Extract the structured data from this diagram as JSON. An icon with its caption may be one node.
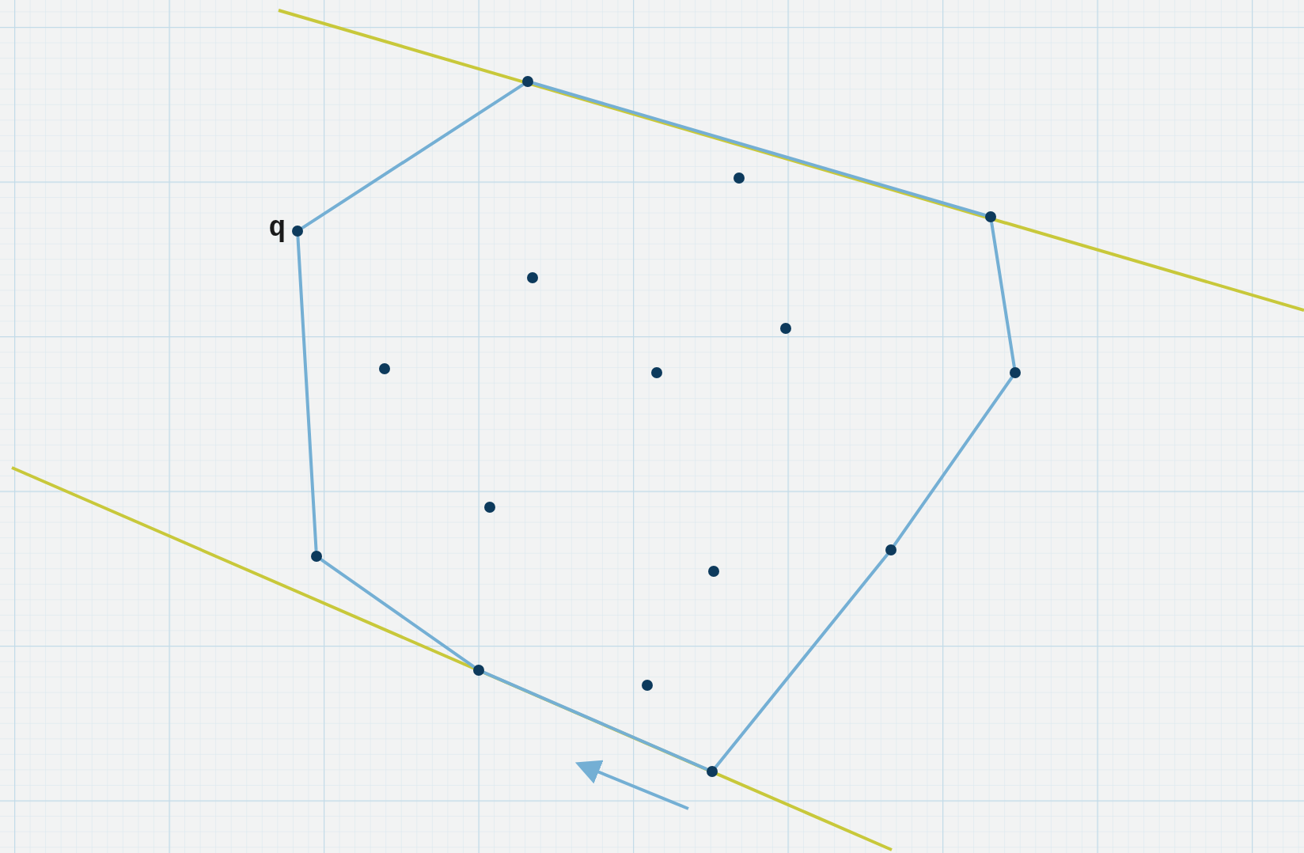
{
  "diagram": {
    "nodes": [
      {
        "text": [],
        "shape": "circle"
      },
      {
        "text": [],
        "shape": "circle"
      },
      {
        "text": [],
        "shape": "circle"
      },
      {
        "text": [],
        "shape": "circle",
        "beside": [
          "q"
        ]
      },
      {
        "text": [],
        "shape": "circle"
      },
      {
        "text": [],
        "shape": "circle"
      },
      {
        "text": [],
        "shape": "circle"
      },
      {
        "text": [],
        "shape": "circle"
      },
      {
        "text": [],
        "shape": "circle"
      },
      {
        "text": [],
        "shape": "circle"
      },
      {
        "text": [],
        "shape": "circle"
      },
      {
        "text": [],
        "shape": "circle"
      },
      {
        "text": [],
        "shape": "circle"
      },
      {
        "text": [],
        "shape": "circle"
      },
      {
        "text": [],
        "shape": "circle"
      },
      {
        "text": [],
        "shape": "circle"
      }
    ],
    "edges": [
      {
        "from": 3,
        "to": 0,
        "arrow": "none"
      },
      {
        "from": 0,
        "to": 2,
        "arrow": "none"
      },
      {
        "from": 2,
        "to": 7,
        "arrow": "none"
      },
      {
        "from": 7,
        "to": 10,
        "arrow": "none"
      },
      {
        "from": 10,
        "to": 15,
        "arrow": "none"
      },
      {
        "from": 15,
        "to": 13,
        "arrow": "none"
      },
      {
        "from": 13,
        "to": 11,
        "arrow": "none"
      },
      {
        "from": 11,
        "to": 3,
        "arrow": "none"
      }
    ]
  }
}
